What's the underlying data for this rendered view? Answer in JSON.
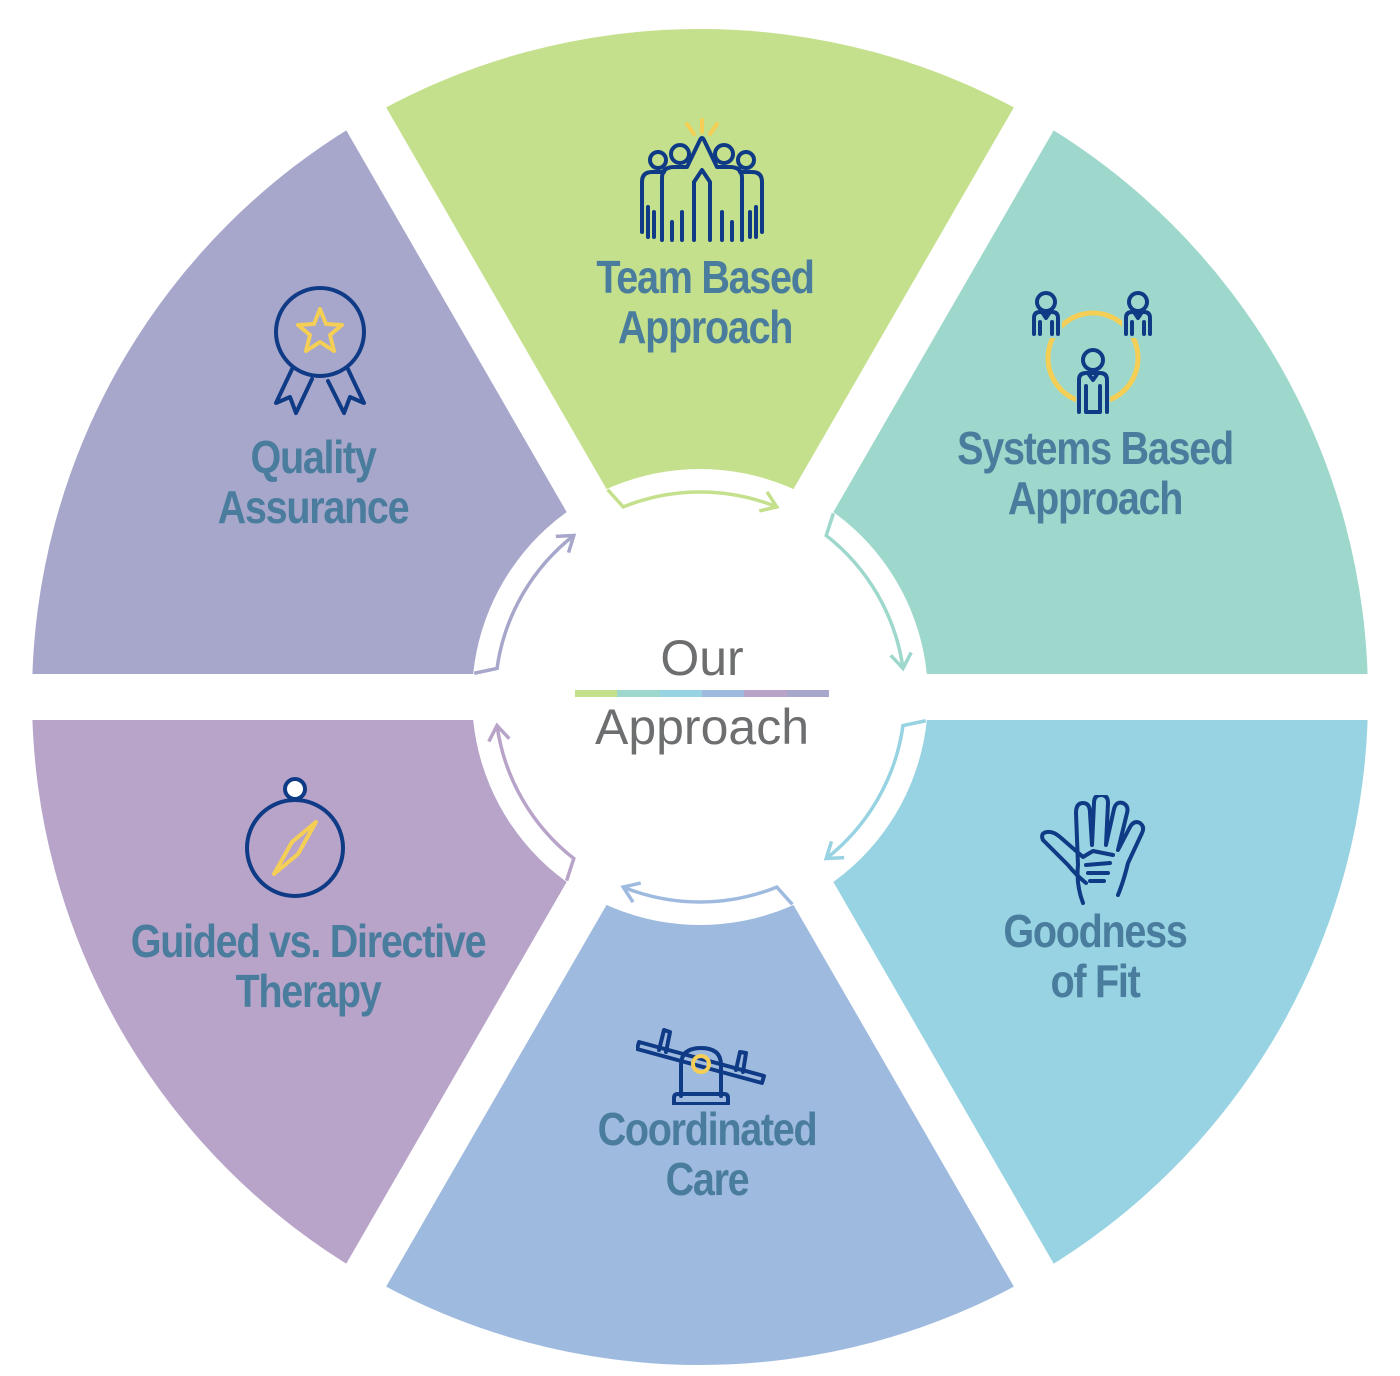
{
  "title": {
    "line1": "Our",
    "line2": "Approach"
  },
  "title_bar_colors": [
    "#c4e08c",
    "#9ed8cc",
    "#97d3e2",
    "#9fbadf",
    "#b8a4c9",
    "#a7a7cb"
  ],
  "colors": {
    "label_text": "#4a7d9d",
    "icon_stroke": "#0f3a85",
    "icon_accent": "#f5cf55",
    "title_text": "#6d6e70"
  },
  "segments": [
    {
      "id": "team-based-approach",
      "lines": [
        "Team Based",
        "Approach"
      ],
      "color": "#c4e08c",
      "icon": "high-five-team-icon"
    },
    {
      "id": "systems-based-approach",
      "lines": [
        "Systems Based",
        "Approach"
      ],
      "color": "#9ed8cc",
      "icon": "people-network-icon"
    },
    {
      "id": "goodness-of-fit",
      "lines": [
        "Goodness",
        "of Fit"
      ],
      "color": "#97d3e2",
      "icon": "helping-hands-icon"
    },
    {
      "id": "coordinated-care",
      "lines": [
        "Coordinated",
        "Care"
      ],
      "color": "#9fbadf",
      "icon": "seesaw-balance-icon"
    },
    {
      "id": "guided-vs-directive-therapy",
      "lines": [
        "Guided vs. Directive",
        "Therapy"
      ],
      "color": "#b8a4c9",
      "icon": "compass-icon"
    },
    {
      "id": "quality-assurance",
      "lines": [
        "Quality",
        "Assurance"
      ],
      "color": "#a7a7cb",
      "icon": "award-ribbon-icon"
    }
  ]
}
